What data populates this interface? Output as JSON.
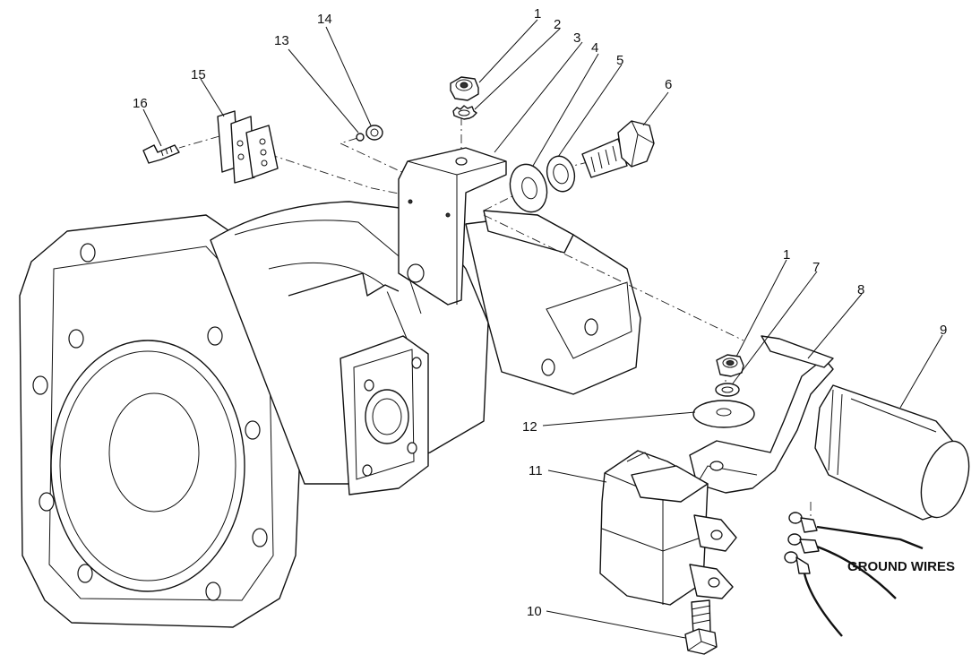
{
  "callouts": {
    "n1a": "1",
    "n2": "2",
    "n3": "3",
    "n4": "4",
    "n5": "5",
    "n6": "6",
    "n13": "13",
    "n14": "14",
    "n15": "15",
    "n16": "16",
    "n1b": "1",
    "n7": "7",
    "n8": "8",
    "n9": "9",
    "n12": "12",
    "n11": "11",
    "n10": "10"
  },
  "labels": {
    "ground_wires": "GROUND WIRES"
  }
}
